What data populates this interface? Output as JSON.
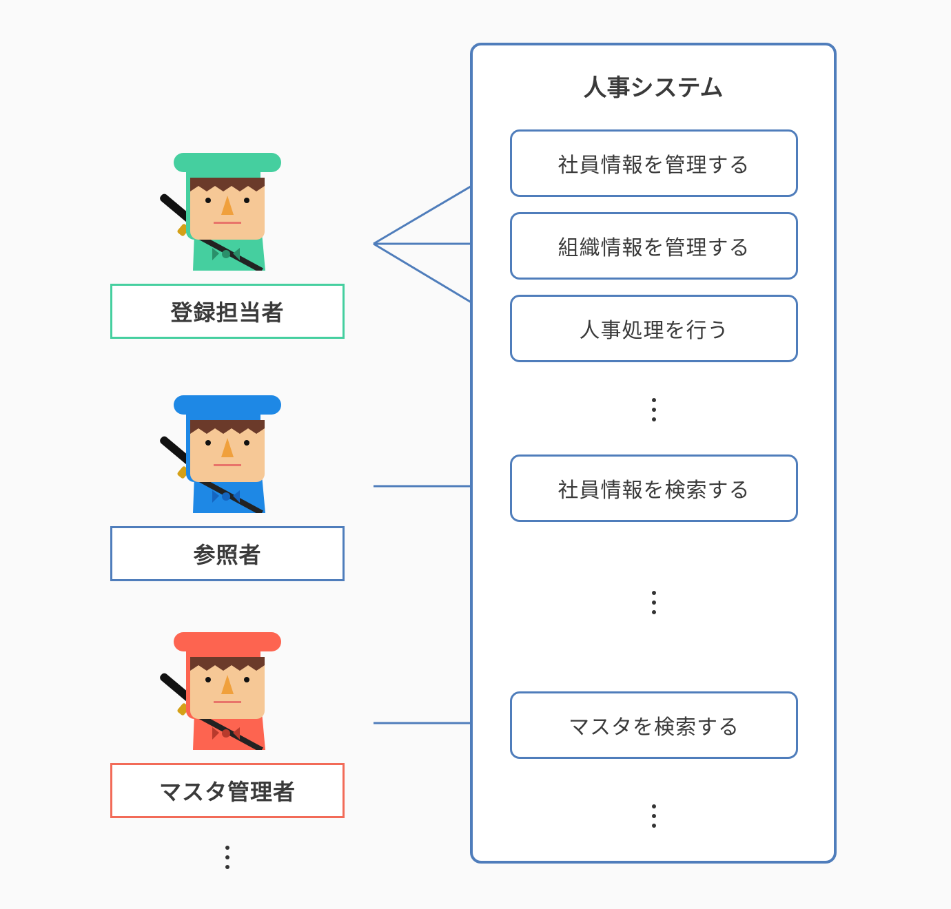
{
  "system": {
    "title": "人事システム",
    "border_color": "#4f7dbb"
  },
  "usecases": [
    {
      "label": "社員情報を管理する"
    },
    {
      "label": "組織情報を管理する"
    },
    {
      "label": "人事処理を行う"
    },
    {
      "label": "社員情報を検索する"
    },
    {
      "label": "マスタを検索する"
    }
  ],
  "actors": [
    {
      "label": "登録担当者",
      "color": "#45cf9f",
      "label_border": "#45cf9f",
      "icon": "samurai-icon"
    },
    {
      "label": "参照者",
      "color": "#1e88e5",
      "label_border": "#4f7dbb",
      "icon": "samurai-icon"
    },
    {
      "label": "マスタ管理者",
      "color": "#fd6450",
      "label_border": "#f26b58",
      "icon": "samurai-icon"
    }
  ],
  "colors": {
    "background": "#fafafa",
    "line": "#4f7dbb",
    "skin": "#f6c896",
    "hair": "#6b3a2a",
    "text": "#3a3a3a"
  }
}
